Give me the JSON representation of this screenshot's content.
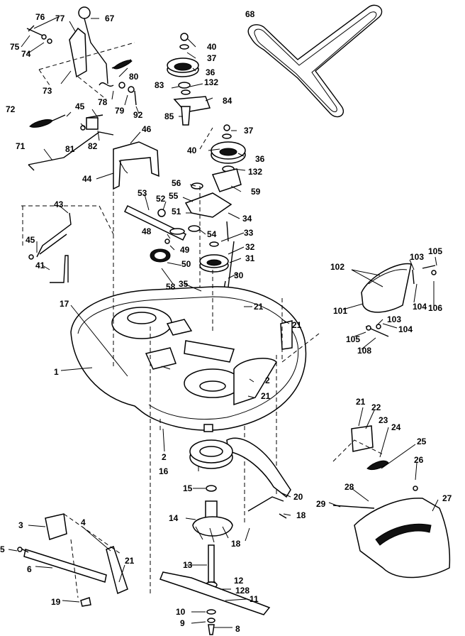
{
  "labels": [
    {
      "id": "76",
      "t": "76"
    },
    {
      "id": "67",
      "t": "67"
    },
    {
      "id": "68",
      "t": "68"
    },
    {
      "id": "77",
      "t": "77"
    },
    {
      "id": "75",
      "t": "75"
    },
    {
      "id": "74",
      "t": "74"
    },
    {
      "id": "73",
      "t": "73"
    },
    {
      "id": "80",
      "t": "80"
    },
    {
      "id": "78",
      "t": "78"
    },
    {
      "id": "79",
      "t": "79"
    },
    {
      "id": "92",
      "t": "92"
    },
    {
      "id": "40a",
      "t": "40"
    },
    {
      "id": "37a",
      "t": "37"
    },
    {
      "id": "36a",
      "t": "36"
    },
    {
      "id": "83",
      "t": "83"
    },
    {
      "id": "132a",
      "t": "132"
    },
    {
      "id": "84",
      "t": "84"
    },
    {
      "id": "85",
      "t": "85"
    },
    {
      "id": "72",
      "t": "72"
    },
    {
      "id": "45a",
      "t": "45"
    },
    {
      "id": "46",
      "t": "46"
    },
    {
      "id": "81",
      "t": "81"
    },
    {
      "id": "82",
      "t": "82"
    },
    {
      "id": "71",
      "t": "71"
    },
    {
      "id": "44",
      "t": "44"
    },
    {
      "id": "37b",
      "t": "37"
    },
    {
      "id": "40b",
      "t": "40"
    },
    {
      "id": "36b",
      "t": "36"
    },
    {
      "id": "132b",
      "t": "132"
    },
    {
      "id": "56",
      "t": "56"
    },
    {
      "id": "59",
      "t": "59"
    },
    {
      "id": "53",
      "t": "53"
    },
    {
      "id": "52",
      "t": "52"
    },
    {
      "id": "55",
      "t": "55"
    },
    {
      "id": "51",
      "t": "51"
    },
    {
      "id": "34",
      "t": "34"
    },
    {
      "id": "48",
      "t": "48"
    },
    {
      "id": "54",
      "t": "54"
    },
    {
      "id": "33",
      "t": "33"
    },
    {
      "id": "43",
      "t": "43"
    },
    {
      "id": "45b",
      "t": "45"
    },
    {
      "id": "49",
      "t": "49"
    },
    {
      "id": "32",
      "t": "32"
    },
    {
      "id": "50",
      "t": "50"
    },
    {
      "id": "31",
      "t": "31"
    },
    {
      "id": "41",
      "t": "41"
    },
    {
      "id": "58",
      "t": "58"
    },
    {
      "id": "30",
      "t": "30"
    },
    {
      "id": "35",
      "t": "35"
    },
    {
      "id": "17",
      "t": "17"
    },
    {
      "id": "21a",
      "t": "21"
    },
    {
      "id": "21b",
      "t": "21"
    },
    {
      "id": "102",
      "t": "102"
    },
    {
      "id": "103a",
      "t": "103"
    },
    {
      "id": "105a",
      "t": "105"
    },
    {
      "id": "101",
      "t": "101"
    },
    {
      "id": "104a",
      "t": "104"
    },
    {
      "id": "106",
      "t": "106"
    },
    {
      "id": "103b",
      "t": "103"
    },
    {
      "id": "104b",
      "t": "104"
    },
    {
      "id": "105b",
      "t": "105"
    },
    {
      "id": "108",
      "t": "108"
    },
    {
      "id": "1",
      "t": "1"
    },
    {
      "id": "2a",
      "t": "2"
    },
    {
      "id": "21c",
      "t": "21"
    },
    {
      "id": "21d",
      "t": "21"
    },
    {
      "id": "22",
      "t": "22"
    },
    {
      "id": "23",
      "t": "23"
    },
    {
      "id": "24",
      "t": "24"
    },
    {
      "id": "25",
      "t": "25"
    },
    {
      "id": "2b",
      "t": "2"
    },
    {
      "id": "26",
      "t": "26"
    },
    {
      "id": "16",
      "t": "16"
    },
    {
      "id": "15",
      "t": "15"
    },
    {
      "id": "28",
      "t": "28"
    },
    {
      "id": "27",
      "t": "27"
    },
    {
      "id": "20",
      "t": "20"
    },
    {
      "id": "29",
      "t": "29"
    },
    {
      "id": "14",
      "t": "14"
    },
    {
      "id": "18a",
      "t": "18"
    },
    {
      "id": "18b",
      "t": "18"
    },
    {
      "id": "3",
      "t": "3"
    },
    {
      "id": "4",
      "t": "4"
    },
    {
      "id": "5",
      "t": "5"
    },
    {
      "id": "21e",
      "t": "21"
    },
    {
      "id": "6",
      "t": "6"
    },
    {
      "id": "13",
      "t": "13"
    },
    {
      "id": "12",
      "t": "12"
    },
    {
      "id": "128",
      "t": "128"
    },
    {
      "id": "11",
      "t": "11"
    },
    {
      "id": "19",
      "t": "19"
    },
    {
      "id": "10",
      "t": "10"
    },
    {
      "id": "9",
      "t": "9"
    },
    {
      "id": "8",
      "t": "8"
    }
  ]
}
